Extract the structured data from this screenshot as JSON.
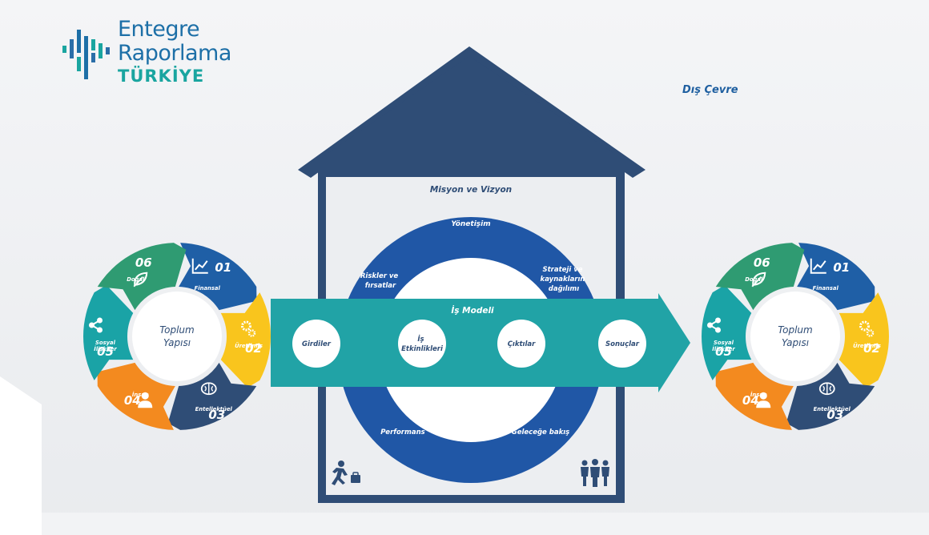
{
  "logo": {
    "line1": "Entegre",
    "line2": "Raporlama",
    "line3": "TÜRKİYE"
  },
  "environment_label": "Dış Çevre",
  "house": {
    "mission": "Misyon ve Vizyon",
    "governance": "Yönetişim",
    "risks": [
      "Riskler ve",
      "fırsatlar"
    ],
    "strategy": [
      "Strateji ve",
      "kaynakların",
      "dağılımı"
    ],
    "performance": "Performans",
    "outlook": "Geleceğe bakış"
  },
  "business_model": {
    "title": "İş Modeli",
    "steps": [
      {
        "lines": [
          "Girdiler"
        ]
      },
      {
        "lines": [
          "İş",
          "Etkinlikleri"
        ]
      },
      {
        "lines": [
          "Çıktılar"
        ]
      },
      {
        "lines": [
          "Sonuçlar"
        ]
      }
    ]
  },
  "capitals": {
    "center": [
      "Toplum",
      "Yapısı"
    ],
    "items": [
      {
        "num": "01",
        "lines": [
          "Finansal"
        ],
        "color": "#1f5fa6",
        "icon": "chart-icon"
      },
      {
        "num": "02",
        "lines": [
          "Üretilmiş"
        ],
        "color": "#f9c51d",
        "icon": "gears-icon"
      },
      {
        "num": "03",
        "lines": [
          "Entellektüel"
        ],
        "color": "#2f4d76",
        "icon": "brain-icon"
      },
      {
        "num": "04",
        "lines": [
          "İnsan"
        ],
        "color": "#f38a1f",
        "icon": "person-icon"
      },
      {
        "num": "05",
        "lines": [
          "Sosyal",
          "İlişkiler"
        ],
        "color": "#1aa3a6",
        "icon": "share-icon"
      },
      {
        "num": "06",
        "lines": [
          "Doğal"
        ],
        "color": "#2f9b72",
        "icon": "leaf-icon"
      }
    ]
  },
  "colors": {
    "house": "#2f4d76",
    "ring": "#2057a6",
    "arrow": "#21a3a6",
    "background_panel": "#eef0f3"
  }
}
